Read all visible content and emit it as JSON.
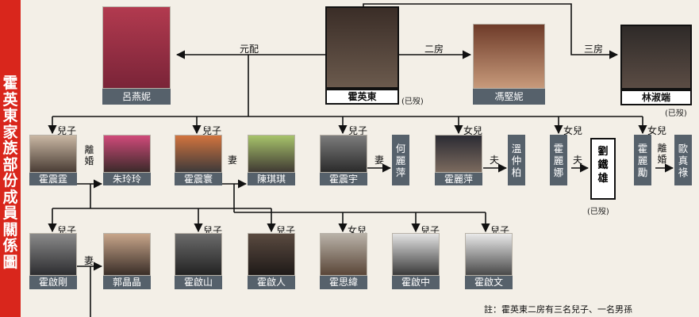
{
  "sidebar_title": "霍英東家族部份成員關係圖",
  "people": {
    "lu": "呂燕妮",
    "fok": "霍英東",
    "fung": "馮堅妮",
    "lam": "林淑端",
    "tingfai": "霍震霆",
    "chu": "朱玲玲",
    "chunwan": "霍震寰",
    "chan": "陳琪琪",
    "chunyu": "霍震宇",
    "ho": "何麗萍",
    "liping": "霍麗萍",
    "wan": "溫仲柏",
    "lina": "霍麗娜",
    "lau": "劉鐵雄",
    "lili": "霍麗勵",
    "au": "歐真祿",
    "kwokkong": "霍啟剛",
    "kwok": "郭晶晶",
    "kaishan": "霍啟山",
    "kaiyan": "霍啟人",
    "szewai": "霍思緯",
    "kaichung": "霍啟中",
    "kaiman": "霍啟文"
  },
  "labels": {
    "first_wife": "元配",
    "second_wife": "二房",
    "third_wife": "三房",
    "son": "兒子",
    "daughter": "女兒",
    "divorced": "離婚",
    "wife": "妻",
    "husband": "夫",
    "deceased": "(已歿)"
  },
  "note": "註：霍英東二房有三名兒子、一名男孫",
  "colors": {
    "sidebar": "#d9261c",
    "name_bar": "#56616b",
    "line": "#111111",
    "background": "#f3efe7"
  }
}
